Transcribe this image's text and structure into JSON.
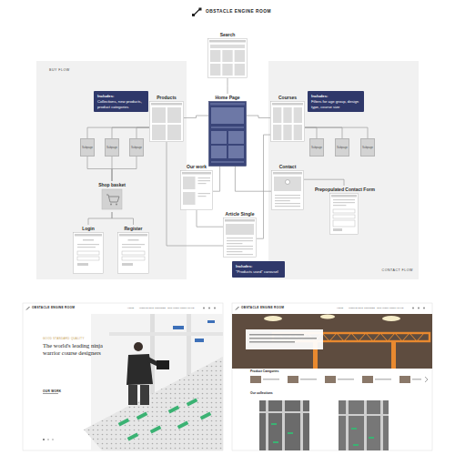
{
  "diagram": {
    "title": "OBSTACLE ENGINE ROOM",
    "nodes": [
      {
        "text": [
          "Search"
        ]
      },
      {
        "text": [
          "BUY FLOW"
        ]
      },
      {
        "text": [
          "CONTACT FLOW"
        ]
      },
      {
        "text": [
          "Includes:",
          "Collections, new products, product categories"
        ],
        "in": 1
      },
      {
        "text": [
          "Products"
        ],
        "in": 1
      },
      {
        "text": [
          "Home Page"
        ]
      },
      {
        "text": [
          "Courses"
        ],
        "in": 2
      },
      {
        "text": [
          "Includes:",
          "Filters for age group, design type, course size"
        ],
        "in": 2
      },
      {
        "text": [
          "Subpage"
        ],
        "in": 1
      },
      {
        "text": [
          "Subpage"
        ],
        "in": 1
      },
      {
        "text": [
          "Subpage"
        ],
        "in": 1
      },
      {
        "text": [
          "Subpage"
        ],
        "in": 2
      },
      {
        "text": [
          "Subpage"
        ],
        "in": 2
      },
      {
        "text": [
          "Subpage"
        ],
        "in": 2
      },
      {
        "text": [
          "Our work"
        ]
      },
      {
        "text": [
          "Contact"
        ],
        "in": 2
      },
      {
        "text": [
          "Shop basket"
        ],
        "in": 1
      },
      {
        "text": [
          "Prepopulated Contact Form"
        ],
        "in": 2
      },
      {
        "text": [
          "Article Single"
        ]
      },
      {
        "text": [
          "Login"
        ],
        "in": 1
      },
      {
        "text": [
          "Register"
        ],
        "in": 1
      },
      {
        "text": [
          "Includes:",
          "\"Products used\" carousel"
        ]
      }
    ],
    "edges": [
      {
        "from": 0,
        "to": 5,
        "arrow": "none"
      },
      {
        "from": 5,
        "to": 4,
        "arrow": "none"
      },
      {
        "from": 5,
        "to": 6,
        "arrow": "none"
      },
      {
        "from": 5,
        "to": 14,
        "arrow": "none"
      },
      {
        "from": 5,
        "to": 15,
        "arrow": "none"
      },
      {
        "from": 4,
        "to": 8,
        "arrow": "none"
      },
      {
        "from": 4,
        "to": 9,
        "arrow": "none"
      },
      {
        "from": 4,
        "to": 10,
        "arrow": "none"
      },
      {
        "from": 6,
        "to": 11,
        "arrow": "none"
      },
      {
        "from": 6,
        "to": 12,
        "arrow": "none"
      },
      {
        "from": 6,
        "to": 13,
        "arrow": "none"
      },
      {
        "from": 8,
        "to": 16,
        "arrow": "none"
      },
      {
        "from": 9,
        "to": 16,
        "arrow": "none"
      },
      {
        "from": 10,
        "to": 16,
        "arrow": "none"
      },
      {
        "from": 16,
        "to": 19,
        "arrow": "none"
      },
      {
        "from": 16,
        "to": 20,
        "arrow": "none"
      },
      {
        "from": 14,
        "to": 18,
        "arrow": "none"
      },
      {
        "from": 15,
        "to": 17,
        "arrow": "none"
      },
      {
        "from": 4,
        "to": 18,
        "arrow": "none"
      },
      {
        "from": 6,
        "to": 18,
        "arrow": "none"
      }
    ],
    "labels": [
      "OBSTACLE ENGINE ROOM",
      "HOME",
      "WORKSHOPS",
      "COURSES",
      "OUR WORK",
      "CONTACT US",
      "GOOD STANDARD QUALITY",
      "The world's leading ninja warrior course designers",
      "OUR WORK",
      "OBSTACLE ENGINE ROOM",
      "HOME",
      "WORKSHOPS",
      "COURSES",
      "OUR WORK",
      "CONTACT US",
      "Product Categories",
      "Our collections"
    ]
  }
}
